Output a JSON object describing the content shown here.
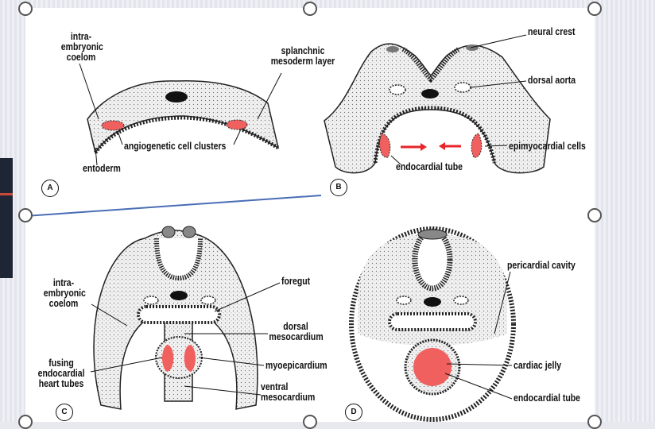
{
  "panels": {
    "a": {
      "badge": "A",
      "intraembryonic_coelom": "intra-\nembryonic\ncoelom",
      "splanchnic_mesoderm": "splanchnic\nmesoderm layer",
      "angiogenetic_clusters": "angiogenetic cell clusters",
      "entoderm": "entoderm"
    },
    "b": {
      "badge": "B",
      "neural_crest": "neural crest",
      "dorsal_aorta": "dorsal aorta",
      "epimyocardial_cells": "epimyocardial cells",
      "endocardial_tube": "endocardial tube"
    },
    "c": {
      "badge": "C",
      "intraembryonic_coelom": "intra-\nembryonic\ncoelom",
      "foregut": "foregut",
      "dorsal_mesocardium": "dorsal\nmesocardium",
      "fusing_tubes": "fusing\nendocardial\nheart tubes",
      "myoepicardium": "myoepicardium",
      "ventral_mesocardium": "ventral\nmesocardium"
    },
    "d": {
      "badge": "D",
      "pericardial_cavity": "pericardial cavity",
      "cardiac_jelly": "cardiac jelly",
      "endocardial_tube": "endocardial tube"
    }
  },
  "colors": {
    "highlight_red": "#f0605f",
    "arrow_red": "#e8252a",
    "connector_blue": "#4a6db5"
  }
}
